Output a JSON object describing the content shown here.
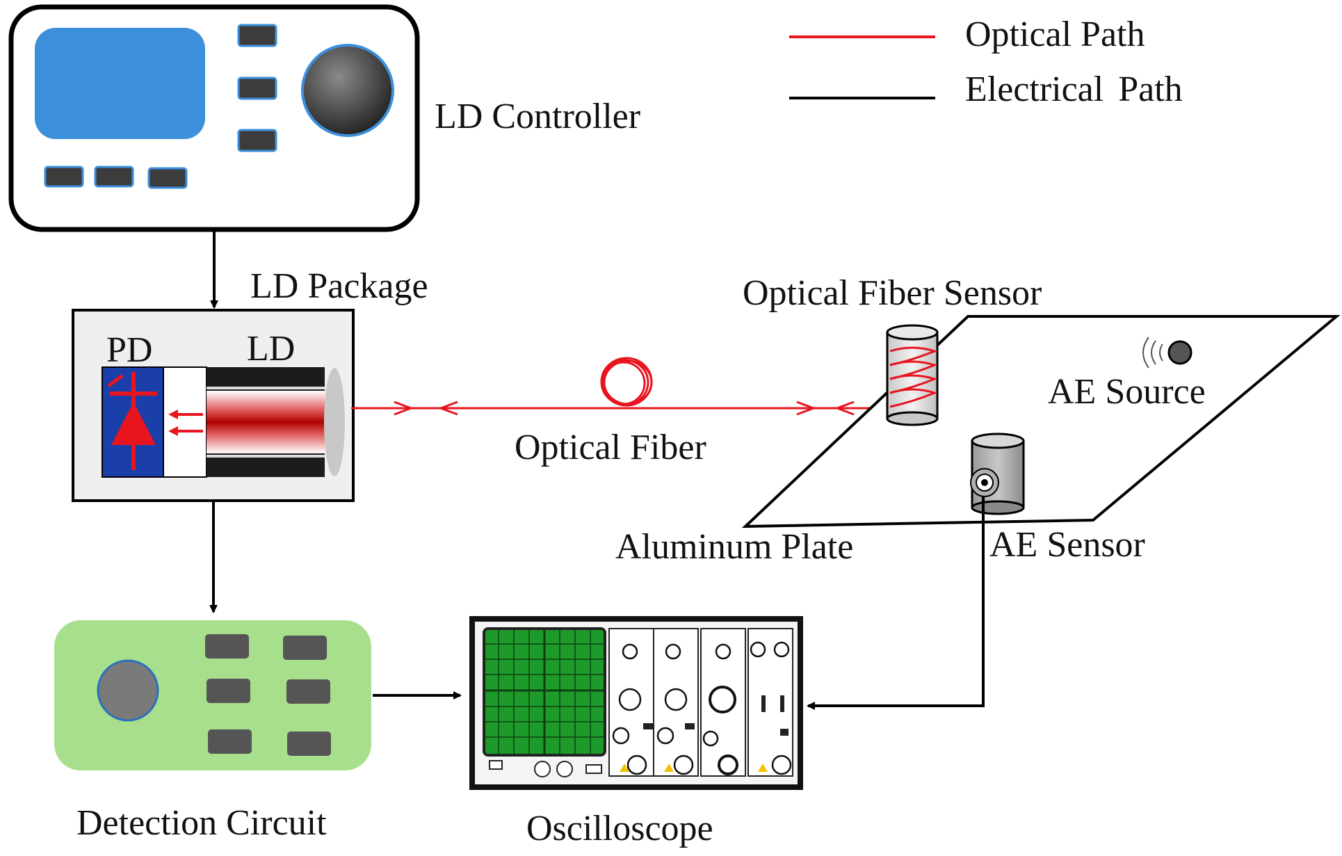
{
  "legend": {
    "optical_path_label": "Optical Path",
    "electrical_path_label": "Electrical Path"
  },
  "labels": {
    "ld_controller": "LD Controller",
    "ld_package": "LD Package",
    "pd": "PD",
    "ld": "LD",
    "optical_fiber": "Optical Fiber",
    "optical_fiber_sensor": "Optical Fiber Sensor",
    "ae_source": "AE Source",
    "aluminum_plate": "Aluminum Plate",
    "ae_sensor": "AE Sensor",
    "detection_circuit": "Detection Circuit",
    "oscilloscope": "Oscilloscope"
  },
  "colors": {
    "optical_path": "#e8141e",
    "electrical_path": "#000000",
    "controller_screen": "#3b8fdb",
    "controller_button": "#3c3c3c",
    "circuit_board": "#a8df8c",
    "oscilloscope_screen": "#1e9a2a",
    "package_bg": "#efefef",
    "pd_blue": "#1a3fa8"
  }
}
